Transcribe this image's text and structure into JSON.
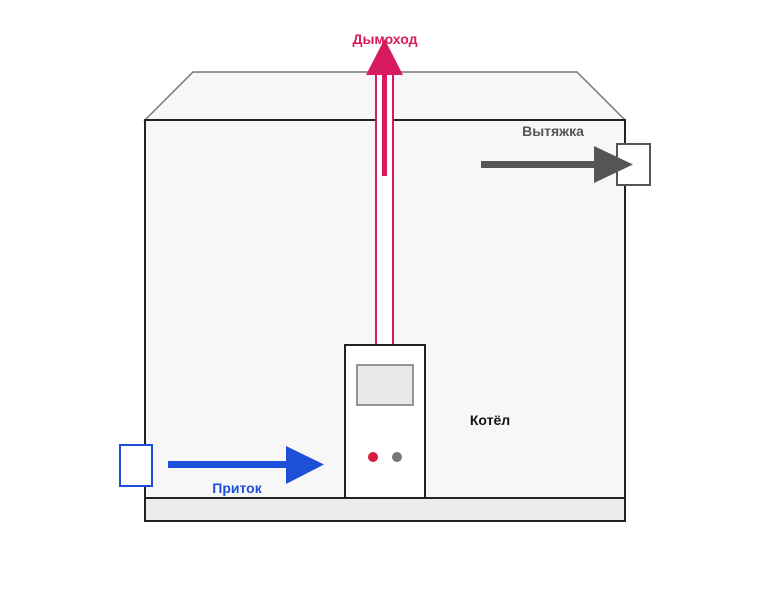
{
  "labels": {
    "chimney": "Дымоход",
    "exhaust": "Вытяжка",
    "boiler": "Котёл",
    "supply": "Приток"
  },
  "colors": {
    "chimney": "#d81b60",
    "exhaust": "#555555",
    "supply": "#1e4fd8",
    "boiler_red_dot": "#d81b3c",
    "boiler_gray_dot": "#777777",
    "room_fill": "#f7f7f7",
    "floor_fill": "#ececec",
    "outline": "#222222"
  }
}
